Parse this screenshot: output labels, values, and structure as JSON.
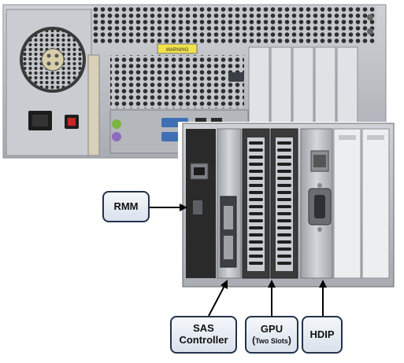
{
  "callouts": {
    "rmm": {
      "label": "RMM"
    },
    "sas": {
      "line1": "SAS",
      "line2": "Controller"
    },
    "gpu": {
      "label": "GPU",
      "sub": "Two Slots",
      "open_paren": "(",
      "close_paren": ")"
    },
    "hdip": {
      "label": "HDIP"
    }
  },
  "case_label_text": "WARNING",
  "colors": {
    "case_metal": "#b9bcc1",
    "case_dark": "#2a2a2a",
    "label_border": "#23324a",
    "ps2_green": "#7cb342",
    "ps2_purple": "#8e6bbf",
    "vga_blue": "#3f6fb5",
    "callout_fill_top": "#f4f7fb",
    "callout_fill_bottom": "#d9e1ec"
  }
}
